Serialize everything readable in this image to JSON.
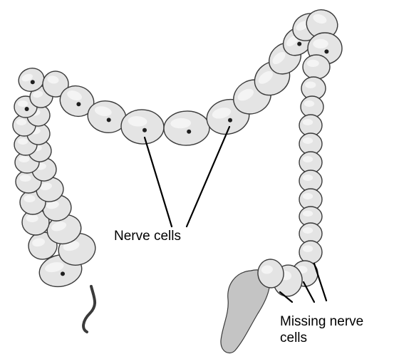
{
  "labels": {
    "nerve_cells": "Nerve cells",
    "missing_line1": "Missing nerve",
    "missing_line2": "cells"
  },
  "colors": {
    "segment_fill": "#e4e4e4",
    "segment_stroke": "#3a3a3a",
    "shade": "#c4c4c4",
    "dot": "#1e1e1e",
    "pointer": "#000000",
    "background": "#ffffff"
  }
}
